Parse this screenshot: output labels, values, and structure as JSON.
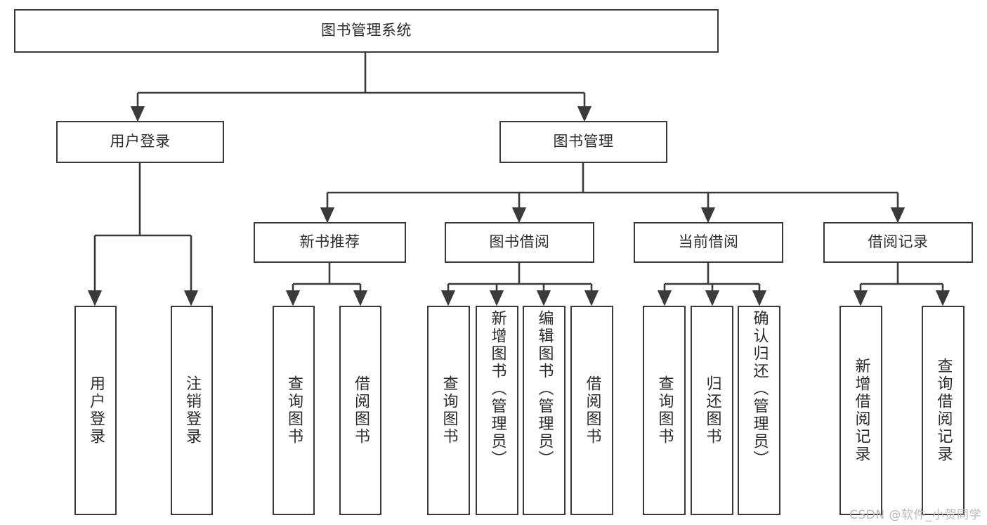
{
  "diagram": {
    "title": "图书管理系统",
    "type": "tree-hierarchy",
    "watermark": "CSDN @软件_小贺同学",
    "colors": {
      "stroke": "#3a3a3a",
      "fill": "#ffffff",
      "text": "#2b2b2b",
      "watermark": "#b9b9b9"
    },
    "nodes": {
      "root": {
        "label": "图书管理系统"
      },
      "level1": [
        {
          "id": "user-login",
          "label": "用户登录"
        },
        {
          "id": "book-manage",
          "label": "图书管理"
        }
      ],
      "level2": [
        {
          "id": "new-book-rec",
          "label": "新书推荐"
        },
        {
          "id": "book-borrow",
          "label": "图书借阅"
        },
        {
          "id": "current-borrow",
          "label": "当前借阅"
        },
        {
          "id": "borrow-record",
          "label": "借阅记录"
        }
      ],
      "leaves": {
        "user_login": [
          {
            "id": "leaf-user-login",
            "label": "用户登录"
          },
          {
            "id": "leaf-logout",
            "label": "注销登录"
          }
        ],
        "new_book_rec": [
          {
            "id": "leaf-query-book-1",
            "label": "查询图书"
          },
          {
            "id": "leaf-borrow-book-1",
            "label": "借阅图书"
          }
        ],
        "book_borrow": [
          {
            "id": "leaf-query-book-2",
            "label": "查询图书"
          },
          {
            "id": "leaf-add-book",
            "label": "新增图书（管理员）"
          },
          {
            "id": "leaf-edit-book",
            "label": "编辑图书（管理员）"
          },
          {
            "id": "leaf-borrow-book-2",
            "label": "借阅图书"
          }
        ],
        "current_borrow": [
          {
            "id": "leaf-query-book-3",
            "label": "查询图书"
          },
          {
            "id": "leaf-return-book",
            "label": "归还图书"
          },
          {
            "id": "leaf-confirm-return",
            "label": "确认归还（管理员）"
          }
        ],
        "borrow_record": [
          {
            "id": "leaf-add-record",
            "label": "新增借阅记录"
          },
          {
            "id": "leaf-query-record",
            "label": "查询借阅记录"
          }
        ]
      }
    }
  }
}
